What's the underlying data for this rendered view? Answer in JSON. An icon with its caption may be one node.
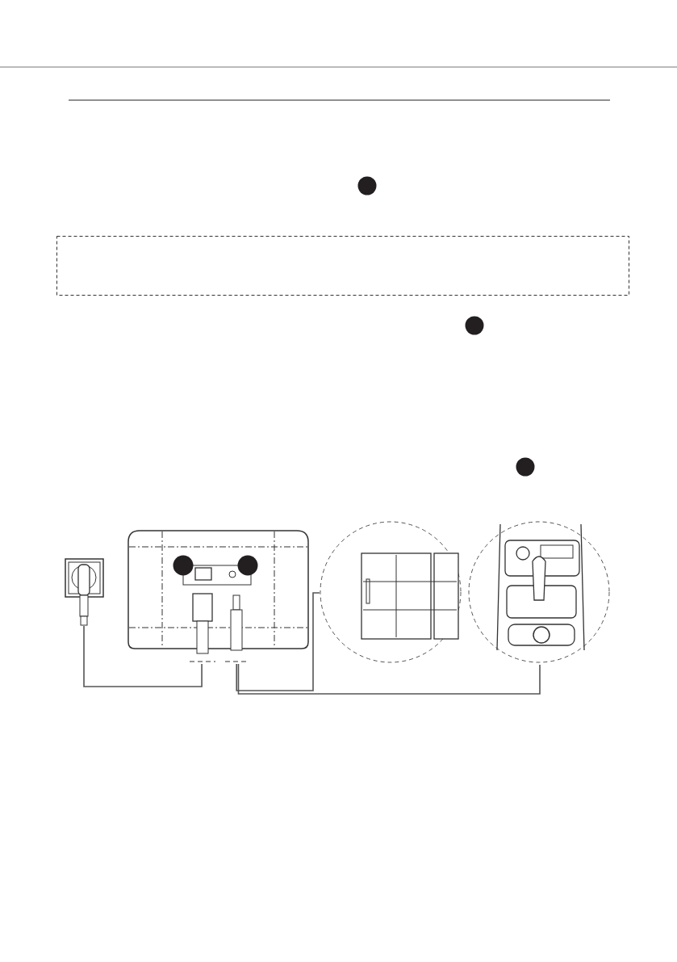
{
  "diagram": {
    "nodes": [
      {
        "text": [],
        "shape": "circle"
      },
      {
        "text": [],
        "shape": "box"
      },
      {
        "text": [],
        "shape": "circle"
      },
      {
        "text": [],
        "shape": "circle"
      },
      {
        "text": [],
        "shape": "picture"
      },
      {
        "text": [],
        "shape": "picture"
      },
      {
        "text": [],
        "shape": "circle",
        "in": 5
      },
      {
        "text": [],
        "shape": "circle",
        "in": 5
      },
      {
        "text": [],
        "shape": "picture"
      },
      {
        "text": [],
        "shape": "picture"
      }
    ],
    "edges": [
      {
        "from": 4,
        "to": 5,
        "arrow": "none"
      },
      {
        "from": 5,
        "to": 8,
        "arrow": "none"
      },
      {
        "from": 5,
        "to": 9,
        "arrow": "none"
      }
    ]
  }
}
